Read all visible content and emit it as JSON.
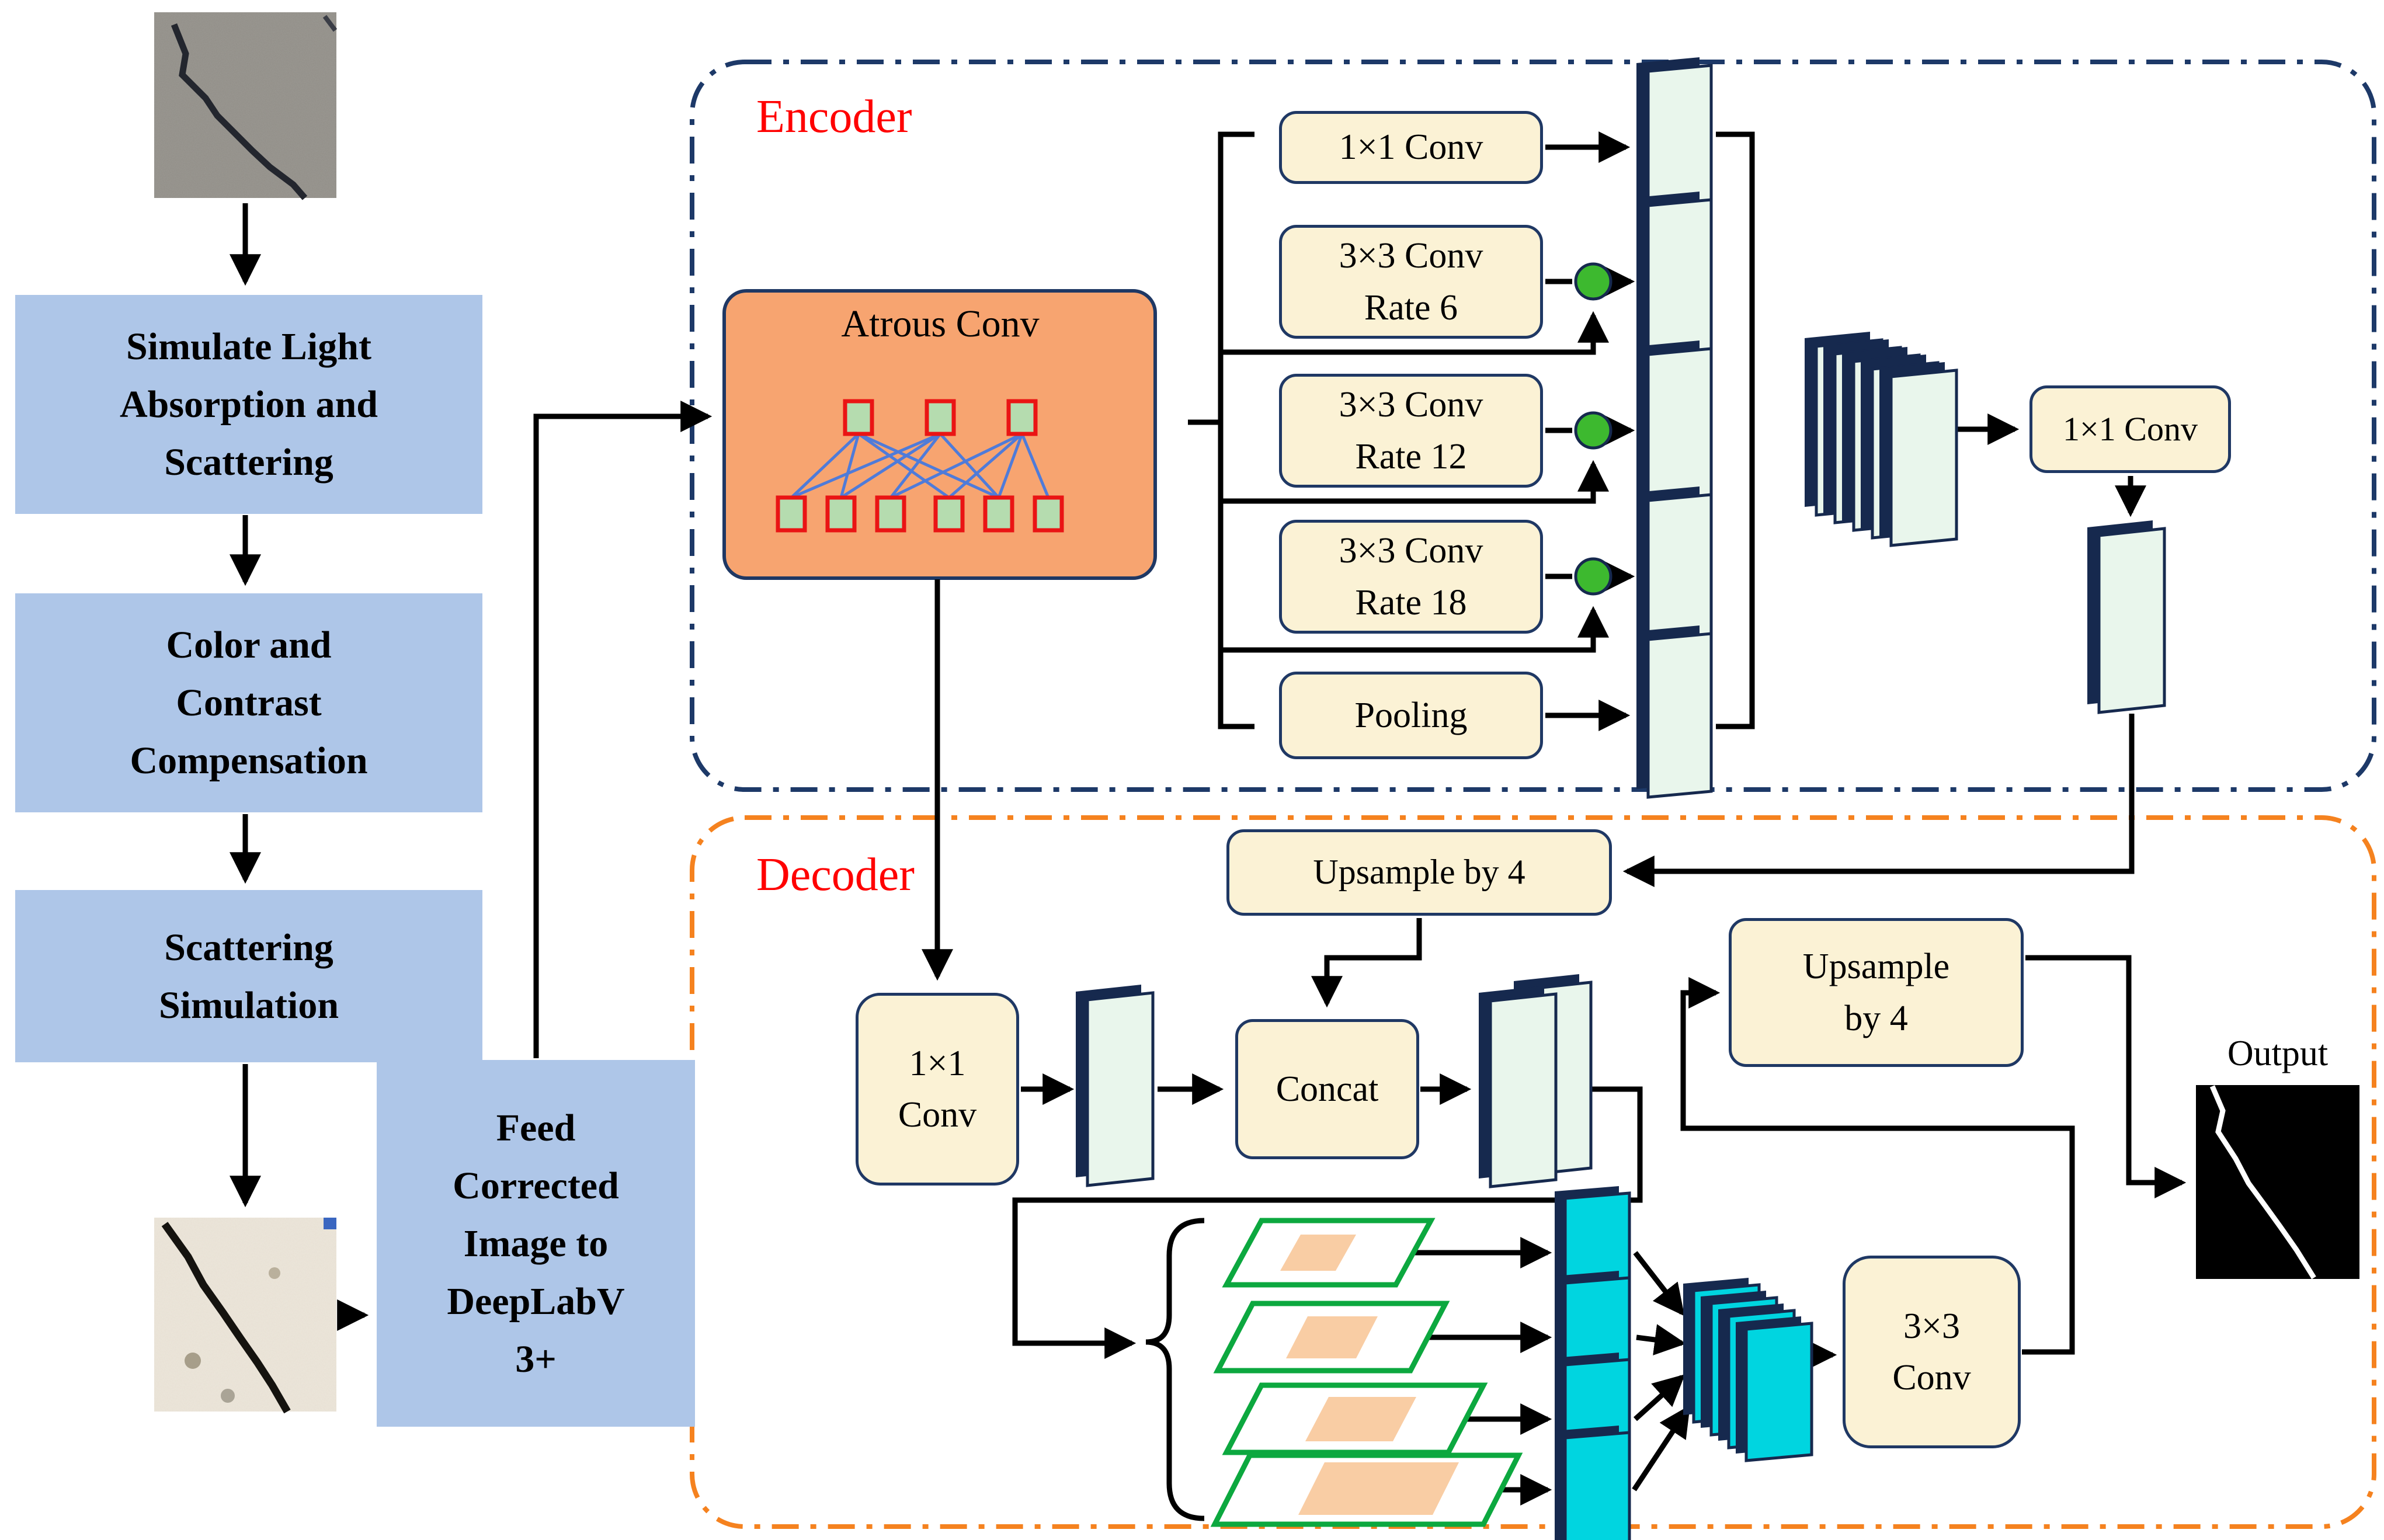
{
  "pipeline": {
    "steps": [
      {
        "label": "Simulate Light\nAbsorption and\nScattering"
      },
      {
        "label": "Color and\nContrast\nCompensation"
      },
      {
        "label": "Scattering\nSimulation"
      },
      {
        "label": "Feed\nCorrected\nImage to\nDeepLabV\n3+"
      }
    ],
    "icons": {
      "input_photo": "concrete-crack-photo",
      "corrected_photo": "corrected-crack-photo"
    }
  },
  "encoder": {
    "label": "Encoder",
    "atrous_title": "Atrous Conv",
    "aspp": [
      {
        "label": "1×1 Conv"
      },
      {
        "label": "3×3 Conv\nRate 6"
      },
      {
        "label": "3×3 Conv\nRate 12"
      },
      {
        "label": "3×3 Conv\nRate 18"
      },
      {
        "label": "Pooling"
      }
    ],
    "projection": "1×1 Conv"
  },
  "decoder": {
    "label": "Decoder",
    "upsample_top": "Upsample by 4",
    "conv1x1": "1×1\nConv",
    "concat": "Concat",
    "conv3x3": "3×3\nConv",
    "upsample_right": "Upsample\nby 4",
    "output_label": "Output"
  },
  "colors": {
    "step_box_blue": "#AEC6E8",
    "op_box_cream": "#FBF2D5",
    "box_border_navy": "#1F3864",
    "atrous_orange": "#F7A470",
    "encoder_dash_navy": "#1D3968",
    "decoder_dash_orange": "#F5821F",
    "section_label_red": "#FF0000",
    "feature_map_green": "#E9F6EC",
    "feature_map_edge_navy": "#16294E",
    "cyan_map": "#00D5E0",
    "rate_circle_green": "#3DB92F",
    "parallelogram_green": "#0CA83F",
    "patch_peach": "#F9CDA4",
    "atrous_node_fill": "#B5DCAF",
    "atrous_node_border": "#EA1414",
    "atrous_link_blue": "#4F7BD9"
  }
}
